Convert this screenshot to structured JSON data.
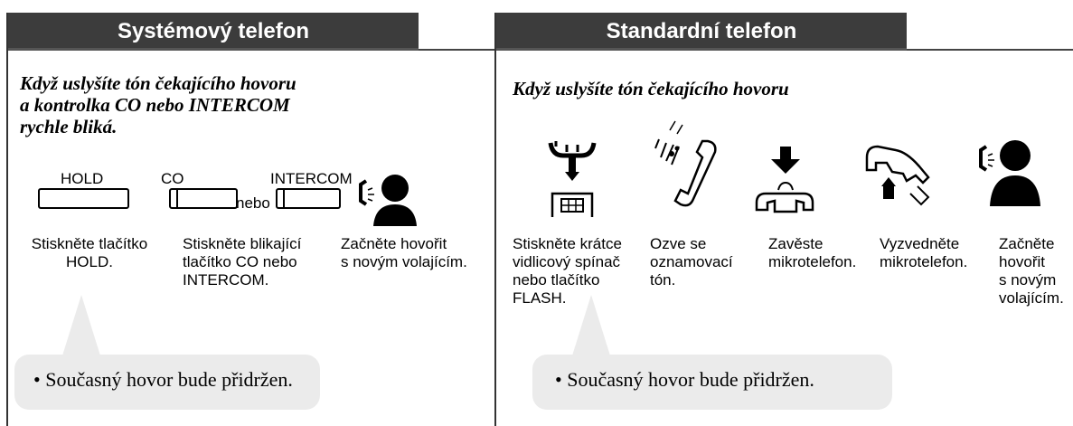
{
  "left": {
    "title": "Systémový telefon",
    "intro": [
      "Když uslyšíte tón čekajícího hovoru",
      "a kontrolka CO nebo INTERCOM",
      "rychle bliká."
    ],
    "hold_label": "HOLD",
    "co_label": "CO",
    "intercom_label": "INTERCOM",
    "nebo": "nebo",
    "steps": [
      {
        "lines": [
          "Stiskněte tlačítko",
          "HOLD."
        ]
      },
      {
        "lines": [
          "Stiskněte blikající",
          "tlačítko CO nebo",
          "INTERCOM."
        ]
      },
      {
        "lines": [
          "Začněte hovořit",
          "s novým volajícím."
        ]
      }
    ],
    "note": "•  Současný hovor bude přidržen."
  },
  "right": {
    "title": "Standardní telefon",
    "intro": "Když uslyšíte tón čekajícího hovoru",
    "steps": [
      {
        "lines": [
          "Stiskněte krátce",
          "vidlicový spínač",
          "nebo tlačítko",
          "FLASH."
        ]
      },
      {
        "lines": [
          "Ozve se",
          "oznamovací",
          "tón."
        ]
      },
      {
        "lines": [
          "Zavěste",
          "mikrotelefon."
        ]
      },
      {
        "lines": [
          "Vyzvedněte",
          "mikrotelefon."
        ]
      },
      {
        "lines": [
          "Začněte",
          "hovořit",
          "s novým",
          "volajícím."
        ]
      }
    ],
    "note": "•  Současný hovor bude přidržen."
  }
}
